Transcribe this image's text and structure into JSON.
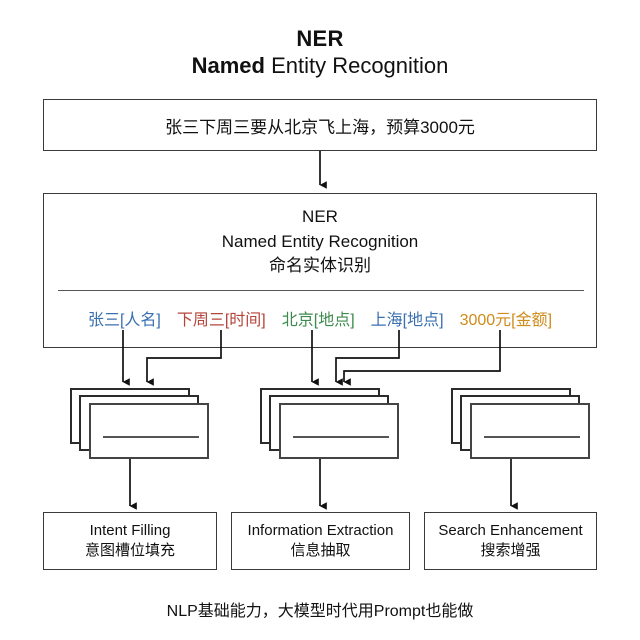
{
  "title": {
    "line1": "NER",
    "line2_bold": "Named",
    "line2_rest": " Entity Recognition"
  },
  "input": {
    "sentence": "张三下周三要从北京飞上海，预算3000元"
  },
  "ner_block": {
    "abbr": "NER",
    "english": "Named Entity Recognition",
    "chinese": "命名实体识别"
  },
  "entities": [
    {
      "text": "张三[人名]",
      "value": "张三",
      "type": "人名",
      "color": "#3a6fb0"
    },
    {
      "text": "下周三[时间]",
      "value": "下周三",
      "type": "时间",
      "color": "#b5443a"
    },
    {
      "text": "北京[地点]",
      "value": "北京",
      "type": "地点",
      "color": "#3d8a4e"
    },
    {
      "text": "上海[地点]",
      "value": "上海",
      "type": "地点",
      "color": "#3a6fb0"
    },
    {
      "text": "3000元[金额]",
      "value": "3000元",
      "type": "金额",
      "color": "#cf8b1b"
    }
  ],
  "card_groups": [
    {
      "name": "card-stack-left",
      "count": 3
    },
    {
      "name": "card-stack-middle",
      "count": 3
    },
    {
      "name": "card-stack-right",
      "count": 3
    }
  ],
  "outcomes": [
    {
      "en": "Intent Filling",
      "zh": "意图槽位填充"
    },
    {
      "en": "Information Extraction",
      "zh": "信息抽取"
    },
    {
      "en": "Search Enhancement",
      "zh": "搜索增强"
    }
  ],
  "footer": {
    "note": "NLP基础能力，大模型时代用Prompt也能做"
  },
  "colors": {
    "stroke": "#3a3a3a",
    "card_stroke": "#2b2b2b",
    "text": "#111111",
    "background": "#ffffff"
  }
}
